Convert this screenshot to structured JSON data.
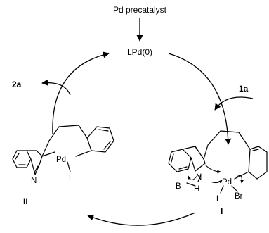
{
  "labels": {
    "precatalyst": "Pd precatalyst",
    "catalyst": "LPd(0)",
    "product": "2a",
    "substrate": "1a",
    "intermediate_I": "I",
    "intermediate_II": "II"
  },
  "atoms_I": {
    "nitrogen": "N",
    "palladium": "Pd",
    "ligand": "L",
    "bromide": "Br",
    "base": "B",
    "hydrogen": "H"
  },
  "atoms_II": {
    "palladium": "Pd",
    "ligand": "L",
    "nitrogen": "N"
  },
  "colors": {
    "ink": "#000000",
    "background": "#ffffff"
  }
}
